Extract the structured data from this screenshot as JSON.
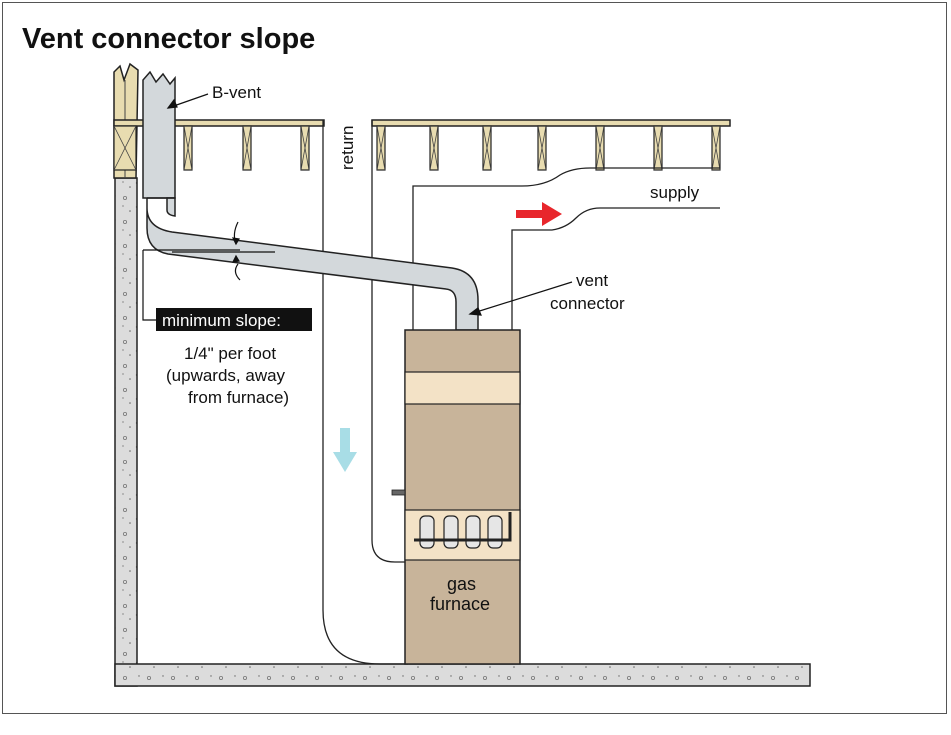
{
  "title": "Vent connector slope",
  "labels": {
    "b_vent": "B-vent",
    "return": "return",
    "supply": "supply",
    "vent_connector_line1": "vent",
    "vent_connector_line2": "connector",
    "minimum_slope": "minimum slope:",
    "slope_line1": "1/4\" per foot",
    "slope_line2": "(upwards, away",
    "slope_line3": "from furnace)",
    "furnace_line1": "gas",
    "furnace_line2": "furnace"
  },
  "colors": {
    "furnace_body": "#c8b49a",
    "furnace_panel": "#f3e2c6",
    "vent_pipe": "#d3d8db",
    "concrete": "#dcdcdc",
    "wood": "#e8dcb0",
    "supply_arrow": "#e8262c",
    "return_arrow": "#a8dde6"
  }
}
